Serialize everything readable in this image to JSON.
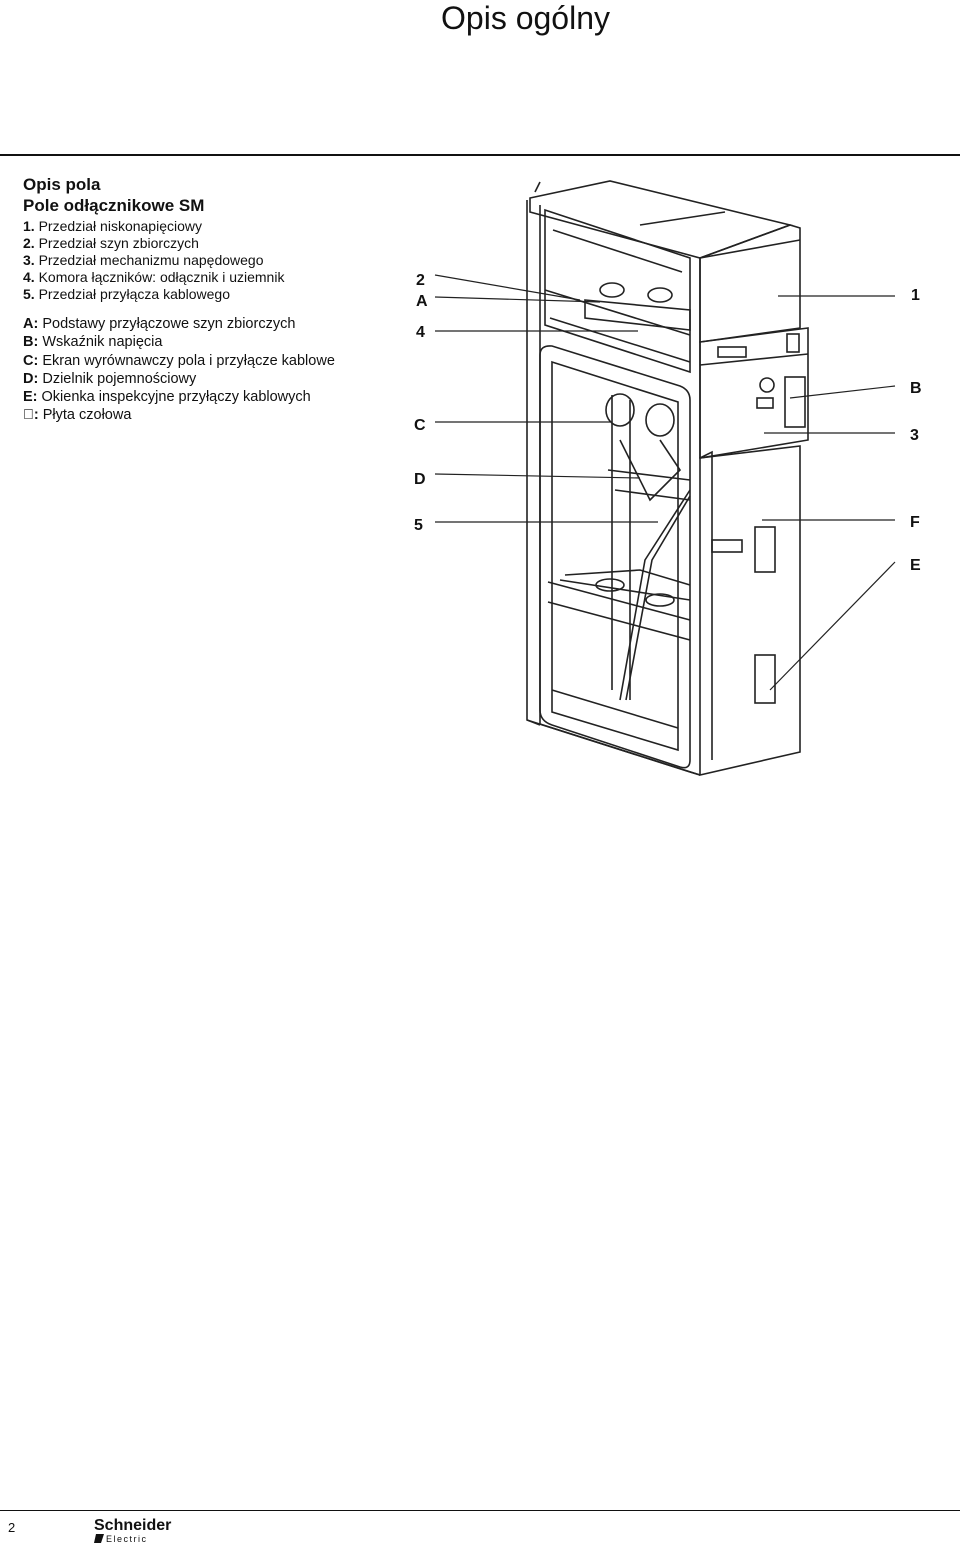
{
  "page_title": "Opis ogólny",
  "section": {
    "heading1": "Opis pola",
    "heading2": "Pole odłącznikowe SM",
    "compartments": [
      {
        "num": "1.",
        "text": "Przedział niskonapięciowy"
      },
      {
        "num": "2.",
        "text": "Przedział szyn zbiorczych"
      },
      {
        "num": "3.",
        "text": "Przedział mechanizmu napędowego"
      },
      {
        "num": "4.",
        "text": "Komora łączników: odłącznik i uziemnik"
      },
      {
        "num": "5.",
        "text": "Przedział przyłącza kablowego"
      }
    ],
    "components": [
      {
        "key": "A:",
        "text": "Podstawy przyłączowe szyn zbiorczych"
      },
      {
        "key": "B:",
        "text": "Wskaźnik napięcia"
      },
      {
        "key": "C:",
        "text": "Ekran wyrównawczy pola i przyłącze kablowe"
      },
      {
        "key": "D:",
        "text": "Dzielnik pojemnościowy"
      },
      {
        "key": "E:",
        "text": "Okienka inspekcyjne przyłączy kablowych"
      },
      {
        "key": ":",
        "text": "Płyta czołowa"
      }
    ]
  },
  "figure": {
    "callouts": {
      "c2": "2",
      "cA": "A",
      "c4": "4",
      "cC": "C",
      "cD": "D",
      "c5": "5",
      "c1": "1",
      "cB": "B",
      "c3": "3",
      "cF": "F",
      "cE": "E"
    }
  },
  "footer": {
    "page_number": "2",
    "logo_line1": "Schneider",
    "logo_line2": "Electric"
  }
}
